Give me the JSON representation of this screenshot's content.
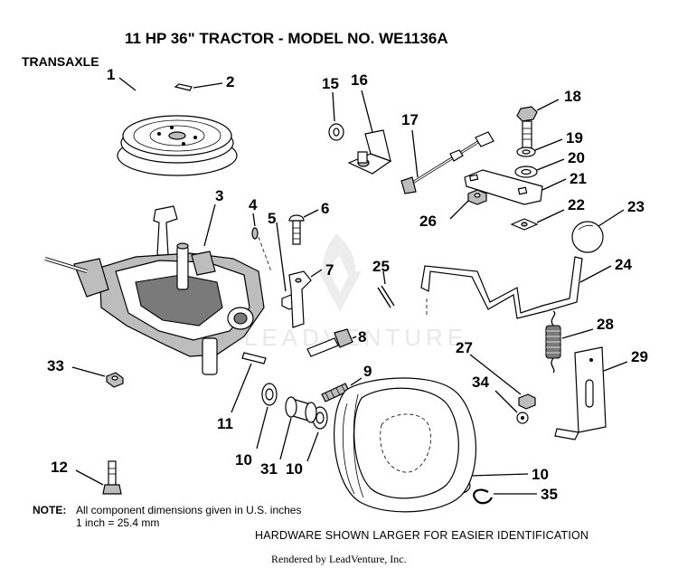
{
  "title": "11 HP 36\" TRACTOR - MODEL NO. WE1136A",
  "section_label": "TRANSAXLE",
  "callouts": [
    "1",
    "2",
    "3",
    "4",
    "5",
    "6",
    "7",
    "8",
    "9",
    "10",
    "11",
    "12",
    "15",
    "16",
    "17",
    "18",
    "19",
    "20",
    "21",
    "22",
    "23",
    "24",
    "25",
    "26",
    "27",
    "28",
    "29",
    "31",
    "33",
    "34",
    "35"
  ],
  "callout_10_repeat": "10",
  "note": {
    "label": "NOTE:",
    "line1": "All component dimensions given in U.S. inches",
    "line2": "1 inch = 25.4 mm"
  },
  "footer": "HARDWARE SHOWN LARGER FOR EASIER IDENTIFICATION",
  "credit": "Rendered by LeadVenture, Inc.",
  "watermark": "LEADVENTURE"
}
